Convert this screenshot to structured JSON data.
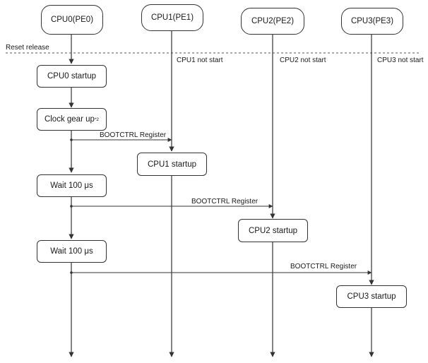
{
  "processors": [
    {
      "name": "CPU0(PE0)"
    },
    {
      "name": "CPU1(PE1)"
    },
    {
      "name": "CPU2(PE2)"
    },
    {
      "name": "CPU3(PE3)"
    }
  ],
  "reset_label": "Reset release",
  "not_started": [
    {
      "text": "CPU1 not start"
    },
    {
      "text": "CPU2 not start"
    },
    {
      "text": "CPU3 not start"
    }
  ],
  "cpu0_steps": {
    "startup": "CPU0 startup",
    "clock_gear": "Clock gear up",
    "clock_gear_note": "*2",
    "wait1": "Wait 100 μs",
    "wait2": "Wait 100 μs"
  },
  "signals": [
    {
      "text": "BOOTCTRL Register"
    },
    {
      "text": "BOOTCTRL Register"
    },
    {
      "text": "BOOTCTRL Register"
    }
  ],
  "startups": [
    {
      "text": "CPU1 startup"
    },
    {
      "text": "CPU2 startup"
    },
    {
      "text": "CPU3 startup"
    }
  ]
}
